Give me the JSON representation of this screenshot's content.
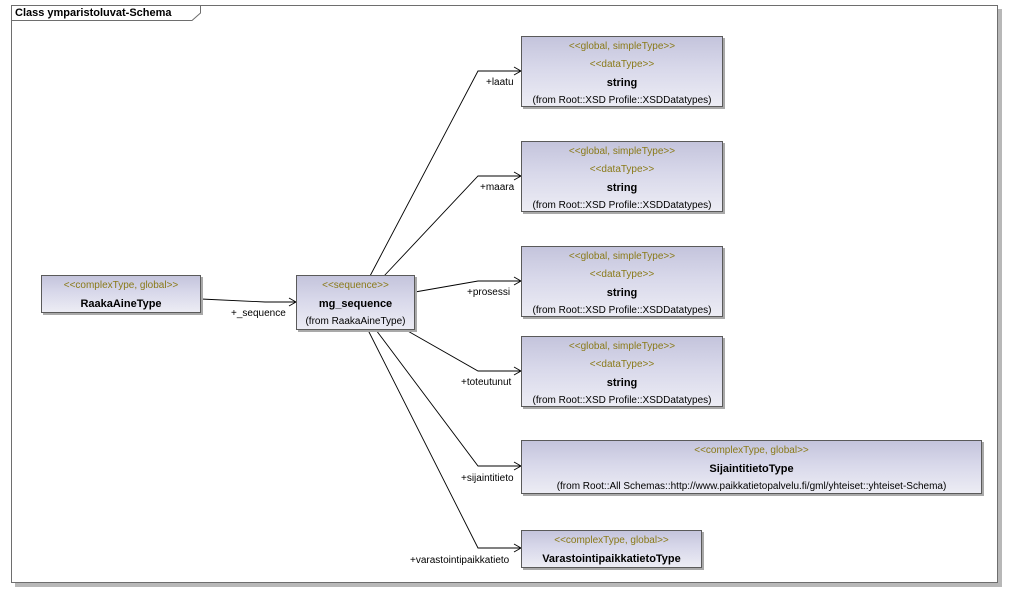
{
  "diagram": {
    "title": "Class ymparistoluvat-Schema"
  },
  "classes": {
    "raaka": {
      "stereotype": "<<complexType, global>>",
      "name": "RaakaAineType"
    },
    "mg": {
      "stereotype": "<<sequence>>",
      "name": "mg_sequence",
      "from": "(from RaakaAineType)"
    },
    "laatu": {
      "stereotype": "<<global, simpleType>>",
      "stereotype2": "<<dataType>>",
      "name": "string",
      "from": "(from Root::XSD Profile::XSDDatatypes)"
    },
    "maara": {
      "stereotype": "<<global, simpleType>>",
      "stereotype2": "<<dataType>>",
      "name": "string",
      "from": "(from Root::XSD Profile::XSDDatatypes)"
    },
    "prosessi": {
      "stereotype": "<<global, simpleType>>",
      "stereotype2": "<<dataType>>",
      "name": "string",
      "from": "(from Root::XSD Profile::XSDDatatypes)"
    },
    "toteutunut": {
      "stereotype": "<<global, simpleType>>",
      "stereotype2": "<<dataType>>",
      "name": "string",
      "from": "(from Root::XSD Profile::XSDDatatypes)"
    },
    "sijainti": {
      "stereotype": "<<complexType, global>>",
      "name": "SijaintitietoType",
      "from": "(from Root::All Schemas::http://www.paikkatietopalvelu.fi/gml/yhteiset::yhteiset-Schema)"
    },
    "varastointi": {
      "stereotype": "<<complexType, global>>",
      "name": "VarastointipaikkatietoType"
    }
  },
  "roles": {
    "sequence": "+_sequence",
    "laatu": "+laatu",
    "maara": "+maara",
    "prosessi": "+prosessi",
    "toteutunut": "+toteutunut",
    "sijainti": "+sijaintitieto",
    "varastointi": "+varastointipaikkatieto"
  }
}
